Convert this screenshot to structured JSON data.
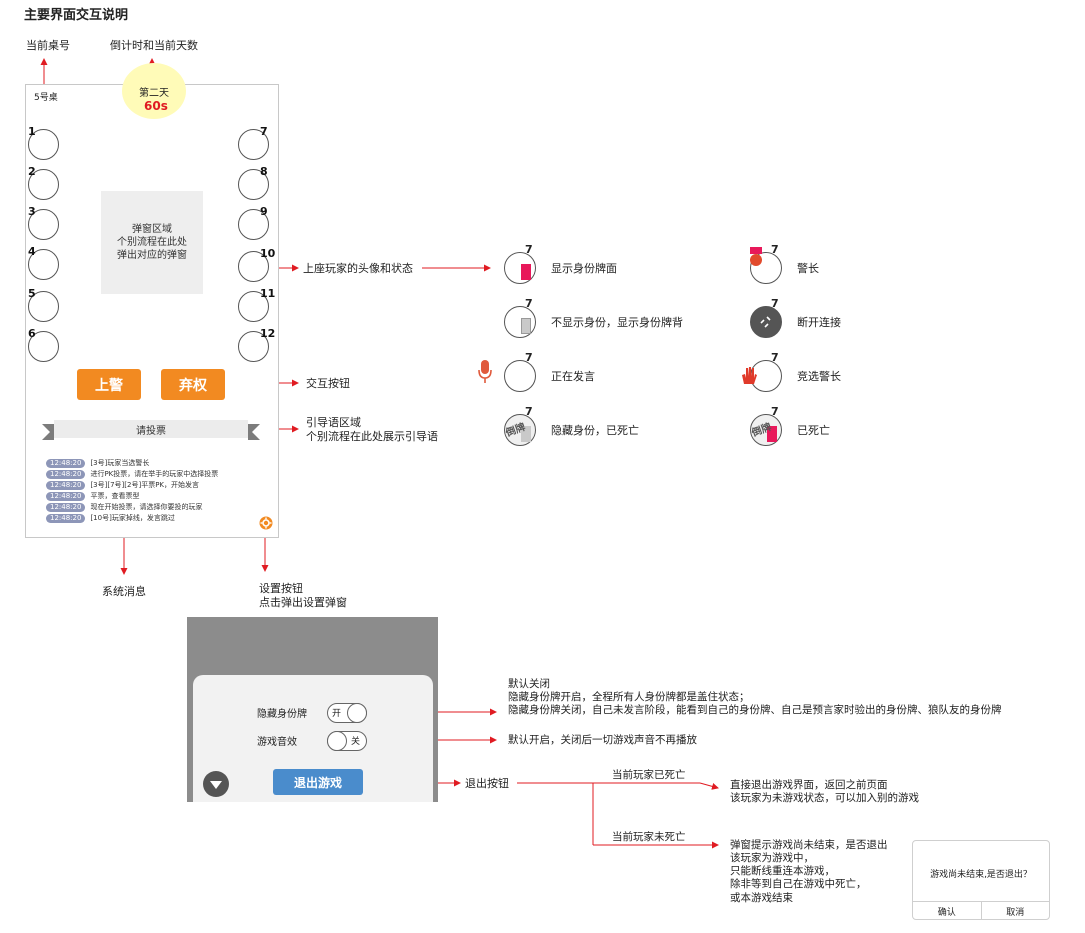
{
  "title": "主要界面交互说明",
  "callouts": {
    "table_no": "当前桌号",
    "countdown": "倒计时和当前天数",
    "seat_status": "上座玩家的头像和状态",
    "action_buttons": "交互按钮",
    "guide_area": "引导语区域\n个别流程在此处展示引导语",
    "system_msg": "系统消息",
    "settings_btn": "设置按钮\n点击弹出设置弹窗",
    "exit_btn": "退出按钮"
  },
  "game": {
    "table": "5号桌",
    "day": "第二天",
    "timer": "60s",
    "left_seats": [
      "1",
      "2",
      "3",
      "4",
      "5",
      "6"
    ],
    "right_seats": [
      "7",
      "8",
      "9",
      "10",
      "11",
      "12"
    ],
    "popup": "弹窗区域\n个别流程在此处\n弹出对应的弹窗",
    "btn_police": "上警",
    "btn_abstain": "弃权",
    "guide": "请投票",
    "messages": [
      {
        "time": "12:48:20",
        "text": "[3号]玩家当选警长"
      },
      {
        "time": "12:48:20",
        "text": "进行PK投票，请在举手的玩家中选择投票"
      },
      {
        "time": "12:48:20",
        "text": "[3号][7号][2号]平票PK，开始发言"
      },
      {
        "time": "12:48:20",
        "text": "平票，查看票型"
      },
      {
        "time": "12:48:20",
        "text": "现在开始投票，请选择你要投的玩家"
      },
      {
        "time": "12:48:20",
        "text": "[10号]玩家掉线，发言跳过"
      }
    ]
  },
  "legend": {
    "num": "7",
    "show_card": "显示身份牌面",
    "hide_card": "不显示身份，显示身份牌背",
    "speaking": "正在发言",
    "hidden_dead": "隐藏身份，已死亡",
    "dead_badge": "倒牌",
    "sheriff": "警长",
    "disconnected": "断开连接",
    "running": "竞选警长",
    "dead": "已死亡",
    "colors": {
      "card_red": "#e8185a",
      "card_gray": "#c9c9c9",
      "mic_red": "#e05a3c"
    }
  },
  "settings": {
    "hide_card_label": "隐藏身份牌",
    "hide_card_state": "开",
    "sound_label": "游戏音效",
    "sound_state": "关",
    "exit": "退出游戏",
    "hide_card_note": "默认关闭\n隐藏身份牌开启，全程所有人身份牌都是盖住状态；\n隐藏身份牌关闭，自己未发言阶段，能看到自己的身份牌、自己是预言家时验出的身份牌、狼队友的身份牌",
    "sound_note": "默认开启，关闭后一切游戏声音不再播放"
  },
  "exit_flow": {
    "dead_label": "当前玩家已死亡",
    "dead_result": "直接退出游戏界面，返回之前页面\n该玩家为未游戏状态，可以加入别的游戏",
    "alive_label": "当前玩家未死亡",
    "alive_result": "弹窗提示游戏尚未结束，是否退出\n该玩家为游戏中，\n只能断线重连本游戏，\n除非等到自己在游戏中死亡，\n或本游戏结束",
    "dialog_msg": "游戏尚未结束,是否退出？",
    "confirm": "确认",
    "cancel": "取消"
  }
}
